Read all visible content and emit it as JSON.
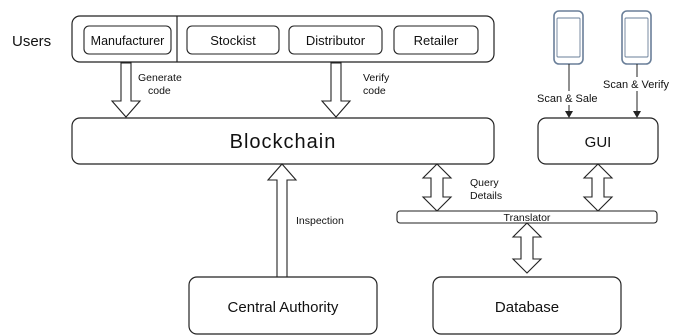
{
  "users": {
    "label": "Users",
    "roles": [
      "Manufacturer",
      "Stockist",
      "Distributor",
      "Retailer"
    ]
  },
  "arrows": {
    "generate_code": [
      "Generate",
      "code"
    ],
    "verify_code": [
      "Verify",
      "code"
    ],
    "inspection": "Inspection",
    "query_details": [
      "Query",
      "Details"
    ],
    "scan_sale": "Scan & Sale",
    "scan_verify": "Scan & Verify"
  },
  "nodes": {
    "blockchain": "Blockchain",
    "gui": "GUI",
    "translator": "Translator",
    "central_authority": "Central Authority",
    "database": "Database"
  }
}
